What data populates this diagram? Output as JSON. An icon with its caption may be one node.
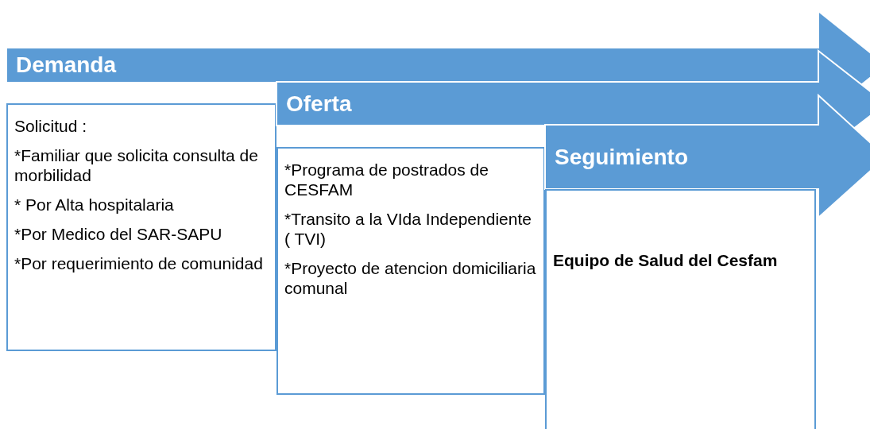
{
  "diagram": {
    "nodes": [
      {
        "text": [
          "Demanda"
        ]
      },
      {
        "text": [
          "Solicitud :",
          "*Familiar que solicita consulta de morbilidad",
          "* Por Alta hospitalaria",
          "*Por Medico del SAR-SAPU",
          "*Por requerimiento de comunidad"
        ]
      },
      {
        "text": [
          "Oferta"
        ]
      },
      {
        "text": [
          "*Programa de postrados de CESFAM",
          "*Transito a la VIda Independiente ( TVI)",
          "*Proyecto de atencion domiciliaria comunal"
        ]
      },
      {
        "text": [
          "Seguimiento"
        ]
      },
      {
        "text": [
          "Equipo de Salud del Cesfam"
        ]
      }
    ]
  }
}
